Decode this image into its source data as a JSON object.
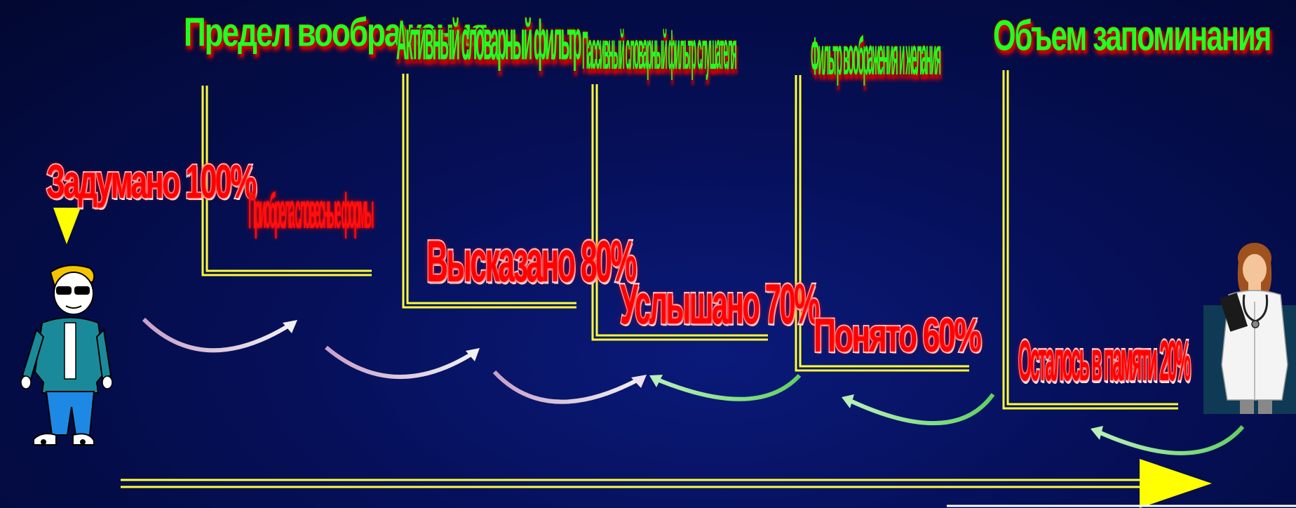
{
  "filters": [
    {
      "label": "Предел воображения"
    },
    {
      "label": "Активный словарный фильтр"
    },
    {
      "label": "Пассивный словарный фильтр слушателя"
    },
    {
      "label": "Фильтр воображения и желания"
    },
    {
      "label": "Объем запоминания"
    }
  ],
  "stages": [
    {
      "label": "Задумано 100%"
    },
    {
      "label": "Приобрела словесные формы"
    },
    {
      "label": "Высказано  80%"
    },
    {
      "label": "Услышано 70%"
    },
    {
      "label": "Понято 60%"
    },
    {
      "label": "Осталось в памяти 20%"
    }
  ],
  "colors": {
    "background": "#06105a",
    "filter_text": "#22ff22",
    "stage_text": "#ff0000",
    "lines": "#ffff33",
    "arrow": "#ffff00"
  },
  "icons": {
    "speaker": "speaker-person-icon",
    "listener": "doctor-listener-icon"
  }
}
